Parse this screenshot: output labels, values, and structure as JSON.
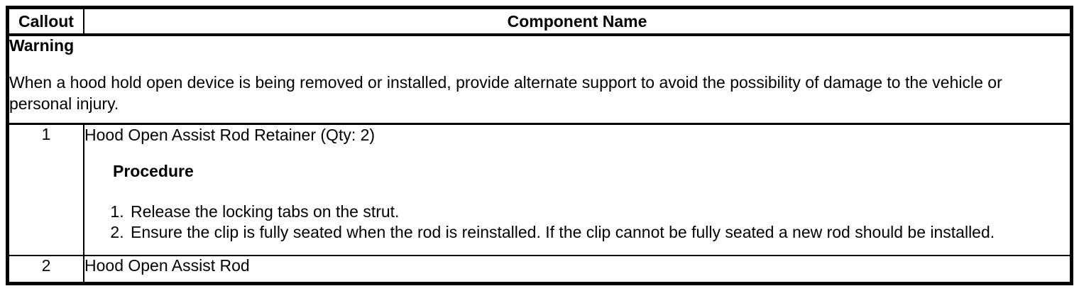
{
  "table": {
    "header": {
      "callout_label": "Callout",
      "component_label": "Component Name"
    },
    "warning": {
      "title": "Warning",
      "text": "When a hood hold open device is being removed or installed, provide alternate support to avoid the possibility of damage to the vehicle or personal injury."
    },
    "rows": [
      {
        "callout": "1",
        "component": "Hood Open Assist Rod Retainer (Qty: 2)",
        "procedure_label": "Procedure",
        "steps": [
          "Release the locking tabs on the strut.",
          "Ensure the clip is fully seated when the rod is reinstalled. If the clip cannot be fully seated a new rod should be installed."
        ]
      },
      {
        "callout": "2",
        "component": "Hood Open Assist Rod"
      }
    ]
  },
  "colors": {
    "border": "#000000",
    "background": "#ffffff",
    "text": "#000000"
  }
}
